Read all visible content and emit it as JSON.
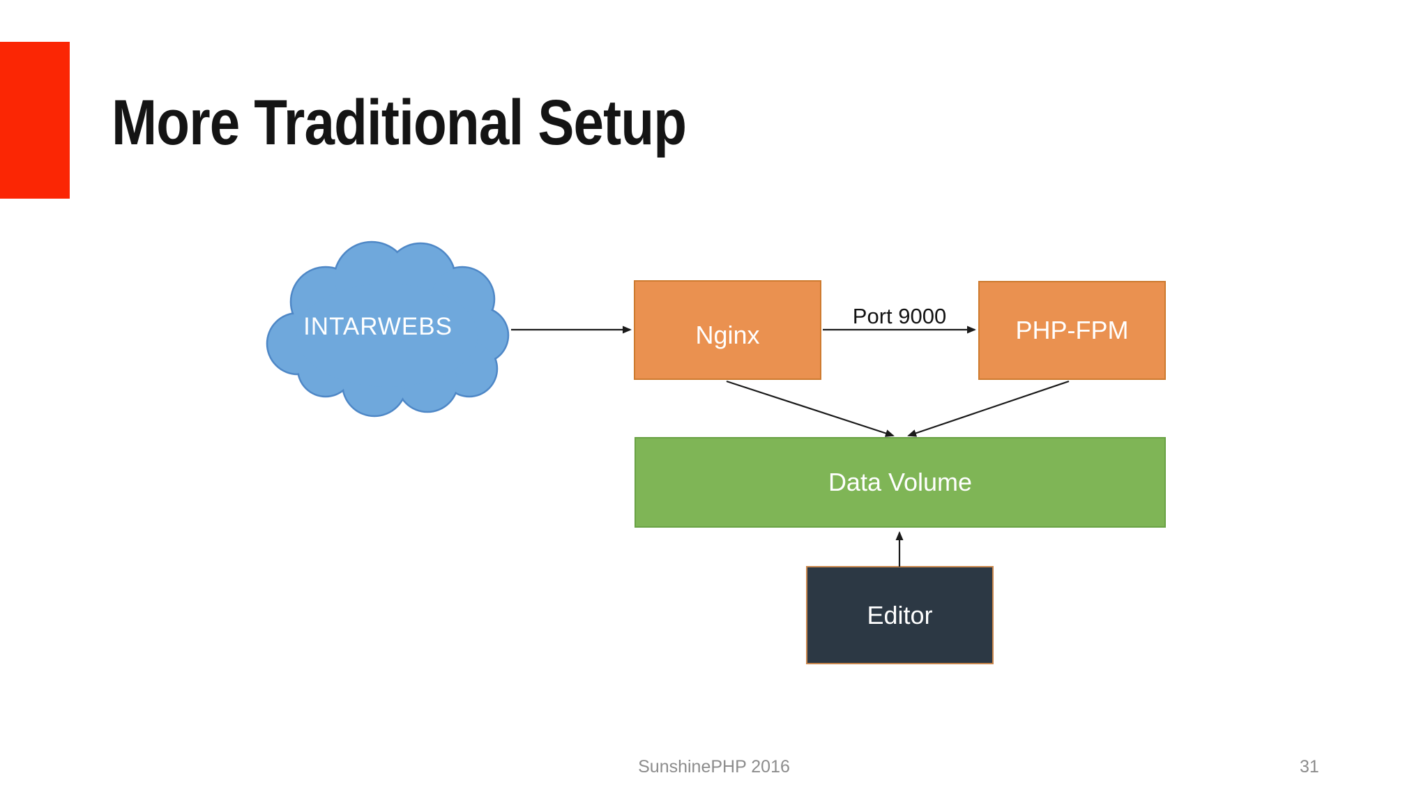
{
  "slide": {
    "title": "More Traditional Setup",
    "diagram": {
      "cloud": {
        "label": "INTARWEBS"
      },
      "nodes": {
        "nginx": {
          "label": "Nginx"
        },
        "php_fpm": {
          "label": "PHP-FPM"
        },
        "data_volume": {
          "label": "Data Volume"
        },
        "editor": {
          "label": "Editor"
        }
      },
      "edges": {
        "nginx_to_phpfpm_label": "Port 9000"
      }
    },
    "footer": {
      "conference": "SunshinePHP 2016",
      "page_number": "31"
    },
    "colors": {
      "red_accent": "#fb2604",
      "node_orange": "#ea9150",
      "node_orange_border": "#cd7a2e",
      "node_green": "#7fb556",
      "node_green_border": "#69a244",
      "node_dark": "#2c3844",
      "node_dark_border": "#c9874d",
      "cloud_fill": "#6fa8dc",
      "cloud_stroke": "#4e87c6",
      "arrow_black": "#1a1a1a",
      "text_gray": "#8c8c8c"
    }
  }
}
